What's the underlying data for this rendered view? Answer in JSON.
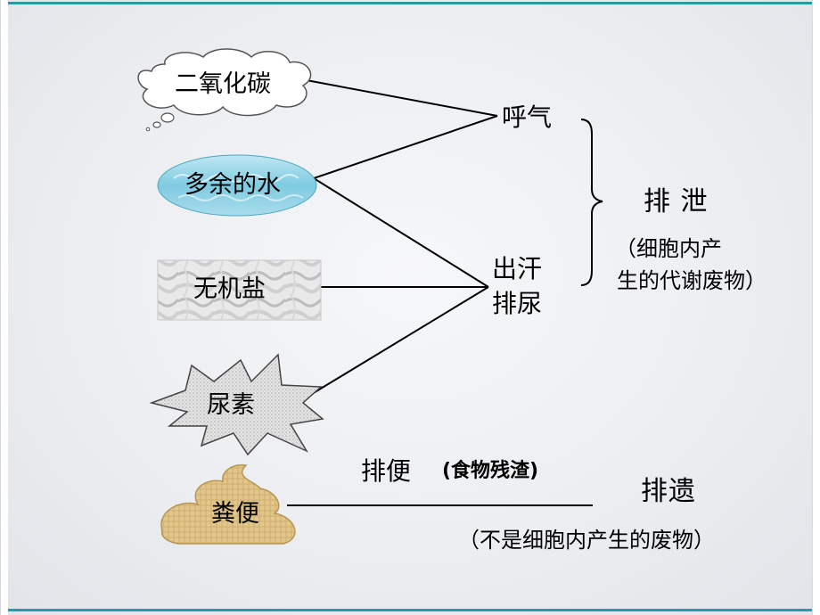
{
  "nodes": {
    "co2": "二氧化碳",
    "water": "多余的水",
    "salt": "无机盐",
    "urea": "尿素",
    "feces": "粪便"
  },
  "processes": {
    "breath": "呼气",
    "sweat": "出汗",
    "urine": "排尿",
    "defecate": "排便",
    "defecate_note": "(食物残渣)"
  },
  "categories": {
    "excretion": "排 泄",
    "excretion_note_line1": "（细胞内产",
    "excretion_note_line2": "生的代谢废物）",
    "egestion": "排遗",
    "egestion_note": "（不是细胞内产生的废物）"
  },
  "colors": {
    "frame_teal": "#2a9aa6",
    "line": "#000000"
  }
}
